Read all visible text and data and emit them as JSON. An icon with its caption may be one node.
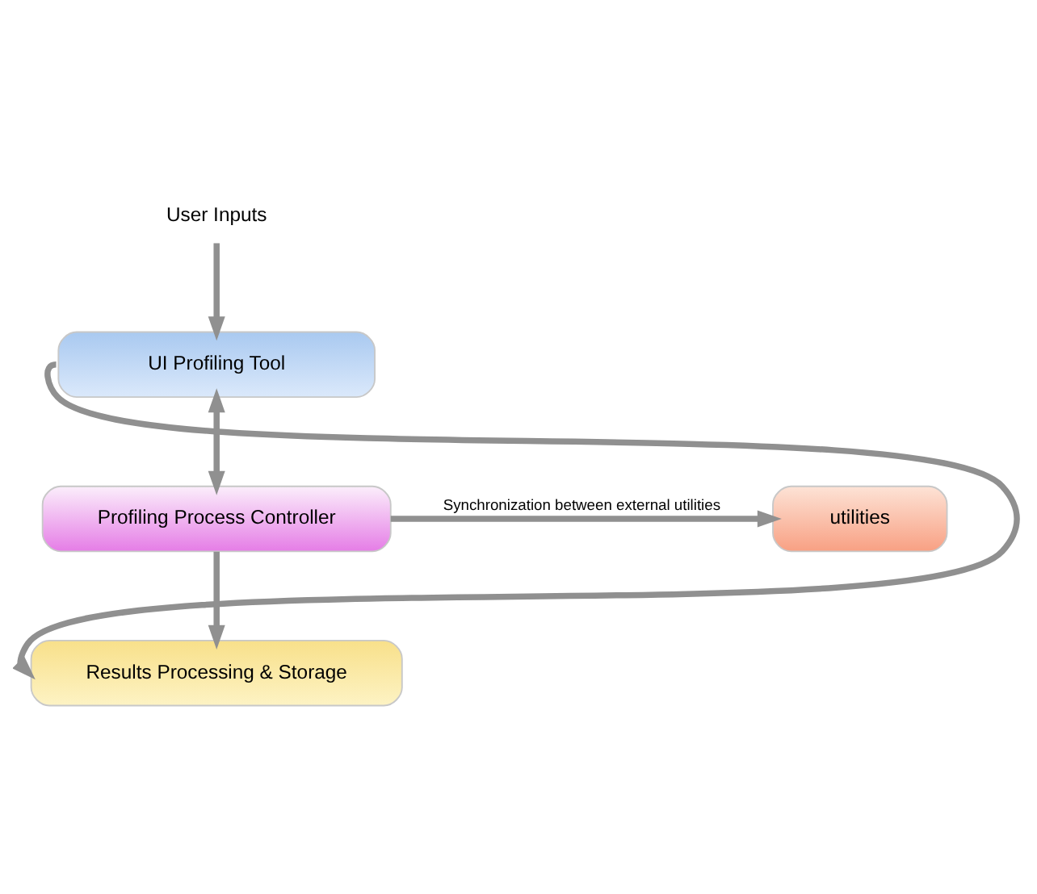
{
  "diagram": {
    "nodes": [
      {
        "text": [
          "User Inputs"
        ]
      },
      {
        "text": [
          "UI Profiling Tool"
        ]
      },
      {
        "text": [
          "Profiling Process Controller"
        ]
      },
      {
        "text": [
          "utilities"
        ]
      },
      {
        "text": [
          "Results Processing & Storage"
        ]
      }
    ],
    "edges": [
      {
        "from": 0,
        "to": 1,
        "arrow": "to"
      },
      {
        "from": 1,
        "to": 2,
        "arrow": "both"
      },
      {
        "from": 2,
        "to": 3,
        "arrow": "to",
        "label": "Synchronization between external utilities"
      },
      {
        "from": 2,
        "to": 4,
        "arrow": "to"
      },
      {
        "from": 1,
        "to": 4,
        "arrow": "to"
      }
    ]
  }
}
